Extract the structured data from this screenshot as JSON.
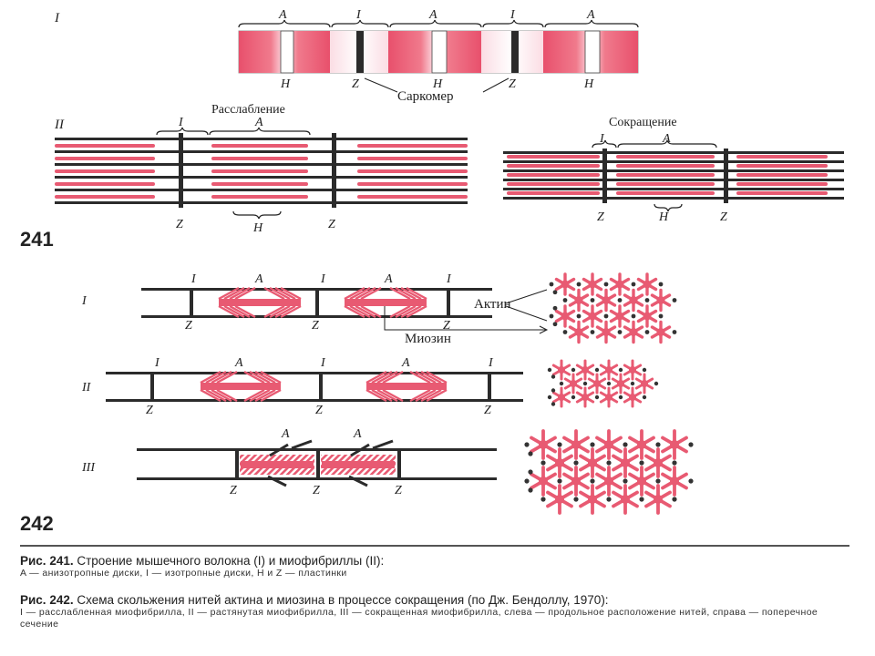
{
  "labels": {
    "fig241_part1": "I",
    "fig241_part2": "II",
    "band_a": "A",
    "band_i": "I",
    "zone_h": "H",
    "line_z": "Z",
    "sarcomere": "Саркомер",
    "relaxation": "Расслабление",
    "contraction": "Сокращение",
    "fig242_part1": "I",
    "fig242_part2": "II",
    "fig242_part3": "III",
    "actin": "Актин",
    "myosin": "Миозин"
  },
  "figure_numbers": {
    "fig241": "241",
    "fig242": "242"
  },
  "captions": {
    "fig241": {
      "lead": "Рис. 241.",
      "title": "Строение мышечного волокна (I) и миофибриллы (II):",
      "body": "A — анизотропные диски, I — изотропные диски, H и Z — пластинки"
    },
    "fig242": {
      "lead": "Рис. 242.",
      "title": "Схема скольжения нитей актина и миозина в процессе сокращения (по Дж. Бендоллу, 1970):",
      "body": "I — расслабленная миофибрилла, II — растянутая миофибрилла, III — сокращенная миофибрилла, слева — продольное расположение нитей, справа — поперечное сечение"
    }
  },
  "colors": {
    "myosin": "#e85a72",
    "actin": "#2b2b2b",
    "band_light": "#fbe7ec",
    "dot": "#333333"
  }
}
